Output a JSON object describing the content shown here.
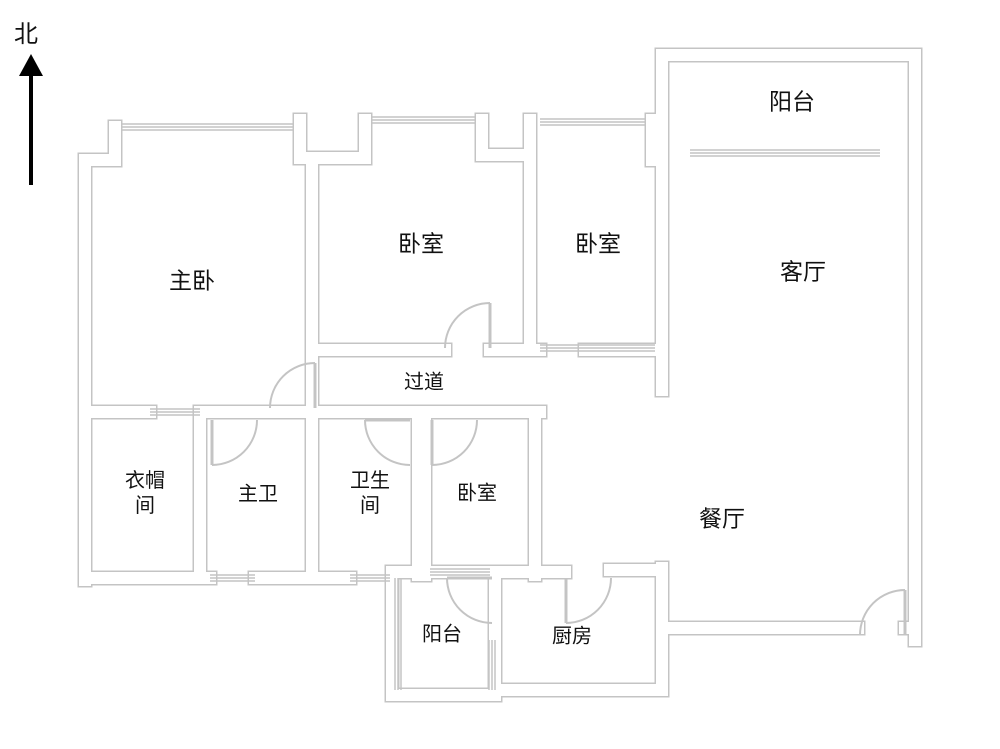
{
  "compass": {
    "label": "北"
  },
  "rooms": {
    "master_bedroom": "主卧",
    "bedroom_2": "卧室",
    "bedroom_3": "卧室",
    "bedroom_4": "卧室",
    "balcony_top": "阳台",
    "living_room": "客厅",
    "corridor": "过道",
    "cloakroom": "衣帽\n间",
    "master_bath": "主卫",
    "bathroom": "卫生\n间",
    "dining_room": "餐厅",
    "balcony_small": "阳台",
    "kitchen": "厨房"
  },
  "colors": {
    "wall": "#c4c4c4",
    "text": "#111111"
  }
}
